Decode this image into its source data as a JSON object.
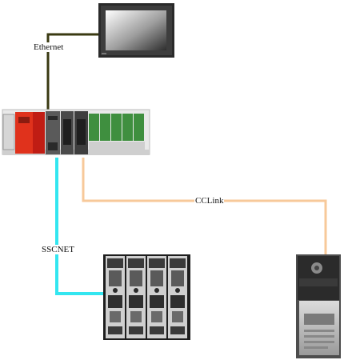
{
  "diagram": {
    "connections": {
      "ethernet": {
        "label": "Ethernet",
        "color": "#3a3a12"
      },
      "sscnet": {
        "label": "SSCNET",
        "color": "#33e6f0"
      },
      "cclink": {
        "label": "CCLink",
        "color": "#f7c99a"
      }
    },
    "devices": {
      "hmi": {
        "icon": "touch-panel-monitor-icon"
      },
      "plc": {
        "icon": "plc-rack-icon",
        "colors": {
          "power_supply": "#e0321c",
          "io_module": "#3f8f3f"
        }
      },
      "servo": {
        "icon": "servo-amplifier-icon",
        "units": 4
      },
      "inverter": {
        "icon": "inverter-drive-icon"
      }
    }
  }
}
